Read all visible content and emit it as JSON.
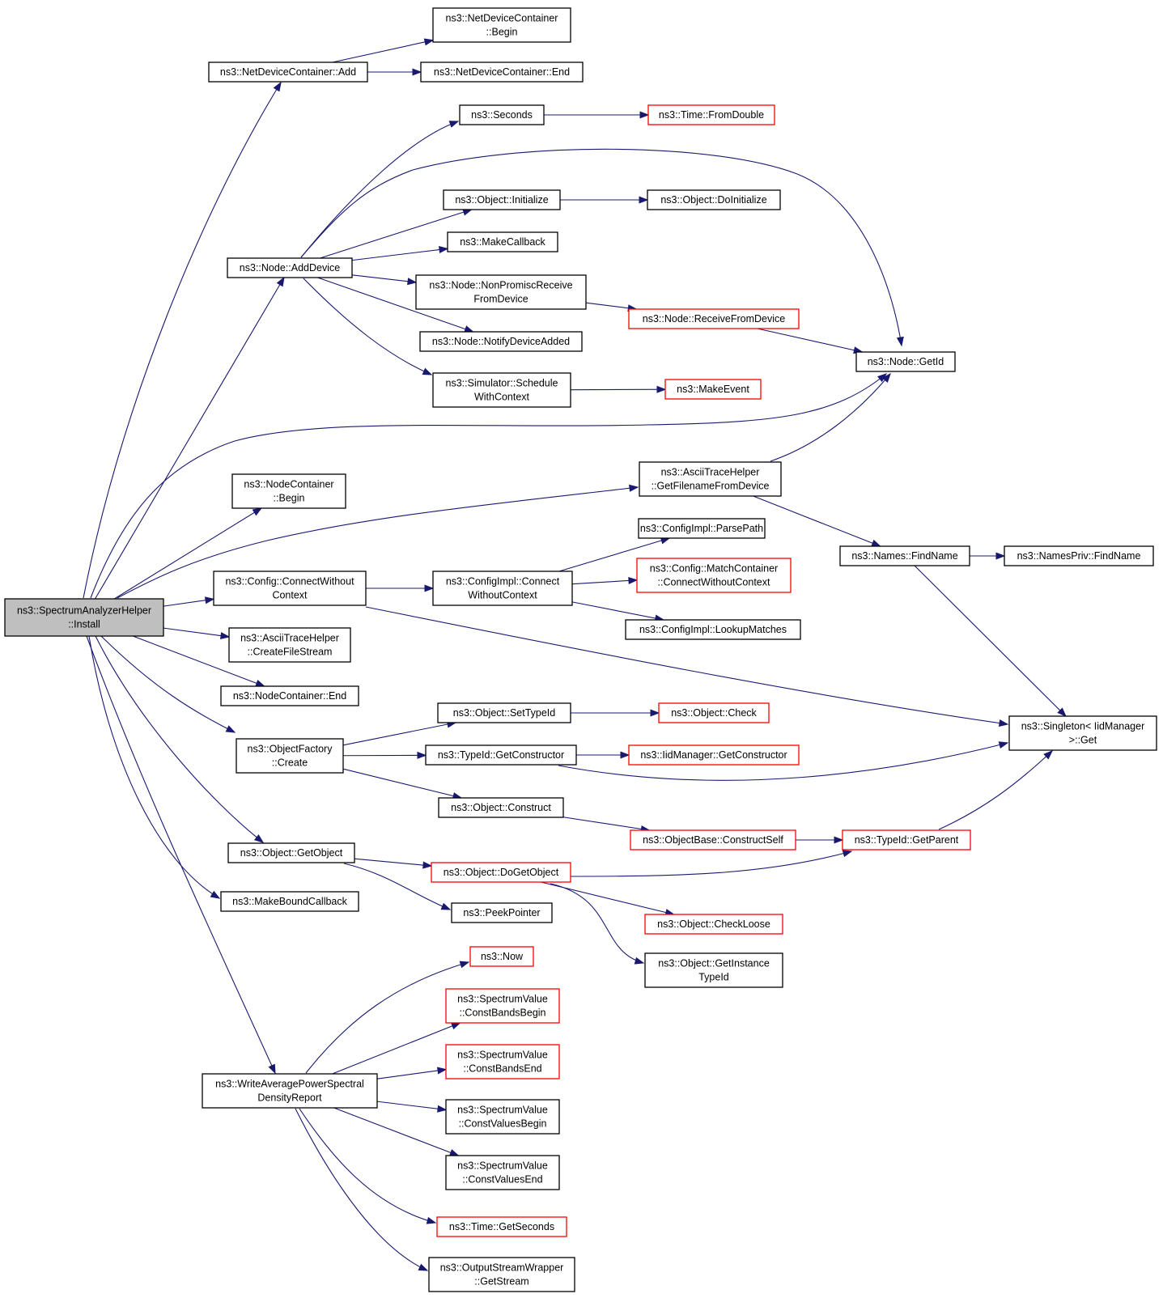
{
  "nodes": [
    {
      "id": "root",
      "lines": [
        "ns3::SpectrumAnalyzerHelper",
        "::Install"
      ],
      "style": "root"
    },
    {
      "id": "ndc_add",
      "lines": [
        "ns3::NetDeviceContainer::Add"
      ],
      "style": "black"
    },
    {
      "id": "ndc_begin",
      "lines": [
        "ns3::NetDeviceContainer",
        "::Begin"
      ],
      "style": "black"
    },
    {
      "id": "ndc_end",
      "lines": [
        "ns3::NetDeviceContainer::End"
      ],
      "style": "black"
    },
    {
      "id": "seconds",
      "lines": [
        "ns3::Seconds"
      ],
      "style": "black"
    },
    {
      "id": "fromdouble",
      "lines": [
        "ns3::Time::FromDouble"
      ],
      "style": "red"
    },
    {
      "id": "obj_init",
      "lines": [
        "ns3::Object::Initialize"
      ],
      "style": "black"
    },
    {
      "id": "obj_doinit",
      "lines": [
        "ns3::Object::DoInitialize"
      ],
      "style": "black"
    },
    {
      "id": "makecallback",
      "lines": [
        "ns3::MakeCallback"
      ],
      "style": "black"
    },
    {
      "id": "node_adddevice",
      "lines": [
        "ns3::Node::AddDevice"
      ],
      "style": "black"
    },
    {
      "id": "node_nonpromisc",
      "lines": [
        "ns3::Node::NonPromiscReceive",
        "FromDevice"
      ],
      "style": "black"
    },
    {
      "id": "node_receive",
      "lines": [
        "ns3::Node::ReceiveFromDevice"
      ],
      "style": "red"
    },
    {
      "id": "node_notify",
      "lines": [
        "ns3::Node::NotifyDeviceAdded"
      ],
      "style": "black"
    },
    {
      "id": "node_getid",
      "lines": [
        "ns3::Node::GetId"
      ],
      "style": "black"
    },
    {
      "id": "sched",
      "lines": [
        "ns3::Simulator::Schedule",
        "WithContext"
      ],
      "style": "black"
    },
    {
      "id": "makeevent",
      "lines": [
        "ns3::MakeEvent"
      ],
      "style": "red"
    },
    {
      "id": "nc_begin",
      "lines": [
        "ns3::NodeContainer",
        "::Begin"
      ],
      "style": "black"
    },
    {
      "id": "ath_getfn",
      "lines": [
        "ns3::AsciiTraceHelper",
        "::GetFilenameFromDevice"
      ],
      "style": "black"
    },
    {
      "id": "names_find",
      "lines": [
        "ns3::Names::FindName"
      ],
      "style": "black"
    },
    {
      "id": "namespriv_find",
      "lines": [
        "ns3::NamesPriv::FindName"
      ],
      "style": "black"
    },
    {
      "id": "cfgimpl_parse",
      "lines": [
        "ns3::ConfigImpl::ParsePath"
      ],
      "style": "black"
    },
    {
      "id": "cfg_connect",
      "lines": [
        "ns3::Config::ConnectWithout",
        "Context"
      ],
      "style": "black"
    },
    {
      "id": "cfgimpl_connect",
      "lines": [
        "ns3::ConfigImpl::Connect",
        "WithoutContext"
      ],
      "style": "black"
    },
    {
      "id": "cfg_match",
      "lines": [
        "ns3::Config::MatchContainer",
        "::ConnectWithoutContext"
      ],
      "style": "red"
    },
    {
      "id": "cfgimpl_lookup",
      "lines": [
        "ns3::ConfigImpl::LookupMatches"
      ],
      "style": "black"
    },
    {
      "id": "ath_createfs",
      "lines": [
        "ns3::AsciiTraceHelper",
        "::CreateFileStream"
      ],
      "style": "black"
    },
    {
      "id": "nc_end",
      "lines": [
        "ns3::NodeContainer::End"
      ],
      "style": "black"
    },
    {
      "id": "obj_settypeid",
      "lines": [
        "ns3::Object::SetTypeId"
      ],
      "style": "black"
    },
    {
      "id": "obj_check",
      "lines": [
        "ns3::Object::Check"
      ],
      "style": "red"
    },
    {
      "id": "singleton_get",
      "lines": [
        "ns3::Singleton< IidManager",
        ">::Get"
      ],
      "style": "black"
    },
    {
      "id": "objfactory_create",
      "lines": [
        "ns3::ObjectFactory",
        "::Create"
      ],
      "style": "black"
    },
    {
      "id": "typeid_getctor",
      "lines": [
        "ns3::TypeId::GetConstructor"
      ],
      "style": "black"
    },
    {
      "id": "iid_getctor",
      "lines": [
        "ns3::IidManager::GetConstructor"
      ],
      "style": "red"
    },
    {
      "id": "obj_construct",
      "lines": [
        "ns3::Object::Construct"
      ],
      "style": "black"
    },
    {
      "id": "objbase_cself",
      "lines": [
        "ns3::ObjectBase::ConstructSelf"
      ],
      "style": "red"
    },
    {
      "id": "typeid_getparent",
      "lines": [
        "ns3::TypeId::GetParent"
      ],
      "style": "red"
    },
    {
      "id": "obj_getobject",
      "lines": [
        "ns3::Object::GetObject"
      ],
      "style": "black"
    },
    {
      "id": "obj_dogetobject",
      "lines": [
        "ns3::Object::DoGetObject"
      ],
      "style": "red"
    },
    {
      "id": "makebound",
      "lines": [
        "ns3::MakeBoundCallback"
      ],
      "style": "black"
    },
    {
      "id": "peekpointer",
      "lines": [
        "ns3::PeekPointer"
      ],
      "style": "black"
    },
    {
      "id": "obj_checkloose",
      "lines": [
        "ns3::Object::CheckLoose"
      ],
      "style": "red"
    },
    {
      "id": "obj_getinst",
      "lines": [
        "ns3::Object::GetInstance",
        "TypeId"
      ],
      "style": "black"
    },
    {
      "id": "now",
      "lines": [
        "ns3::Now"
      ],
      "style": "red"
    },
    {
      "id": "sv_cbb",
      "lines": [
        "ns3::SpectrumValue",
        "::ConstBandsBegin"
      ],
      "style": "red"
    },
    {
      "id": "sv_cbe",
      "lines": [
        "ns3::SpectrumValue",
        "::ConstBandsEnd"
      ],
      "style": "red"
    },
    {
      "id": "writeapsd",
      "lines": [
        "ns3::WriteAveragePowerSpectral",
        "DensityReport"
      ],
      "style": "black"
    },
    {
      "id": "sv_cvb",
      "lines": [
        "ns3::SpectrumValue",
        "::ConstValuesBegin"
      ],
      "style": "black"
    },
    {
      "id": "sv_cve",
      "lines": [
        "ns3::SpectrumValue",
        "::ConstValuesEnd"
      ],
      "style": "black"
    },
    {
      "id": "time_getsec",
      "lines": [
        "ns3::Time::GetSeconds"
      ],
      "style": "red"
    },
    {
      "id": "osw_getstream",
      "lines": [
        "ns3::OutputStreamWrapper",
        "::GetStream"
      ],
      "style": "black"
    }
  ],
  "edges": [
    [
      "root",
      "ndc_add"
    ],
    [
      "ndc_add",
      "ndc_begin"
    ],
    [
      "ndc_add",
      "ndc_end"
    ],
    [
      "root",
      "node_adddevice"
    ],
    [
      "node_adddevice",
      "seconds"
    ],
    [
      "seconds",
      "fromdouble"
    ],
    [
      "node_adddevice",
      "node_getid"
    ],
    [
      "node_adddevice",
      "obj_init"
    ],
    [
      "obj_init",
      "obj_doinit"
    ],
    [
      "node_adddevice",
      "makecallback"
    ],
    [
      "node_adddevice",
      "node_nonpromisc"
    ],
    [
      "node_nonpromisc",
      "node_receive"
    ],
    [
      "node_receive",
      "node_getid"
    ],
    [
      "node_adddevice",
      "node_notify"
    ],
    [
      "node_adddevice",
      "sched"
    ],
    [
      "sched",
      "makeevent"
    ],
    [
      "root",
      "node_getid"
    ],
    [
      "root",
      "nc_begin"
    ],
    [
      "root",
      "ath_getfn"
    ],
    [
      "ath_getfn",
      "node_getid"
    ],
    [
      "ath_getfn",
      "names_find"
    ],
    [
      "names_find",
      "namespriv_find"
    ],
    [
      "names_find",
      "singleton_get"
    ],
    [
      "root",
      "cfg_connect"
    ],
    [
      "cfg_connect",
      "cfgimpl_connect"
    ],
    [
      "cfgimpl_connect",
      "cfgimpl_parse"
    ],
    [
      "cfgimpl_connect",
      "cfg_match"
    ],
    [
      "cfgimpl_connect",
      "cfgimpl_lookup"
    ],
    [
      "cfg_connect",
      "singleton_get"
    ],
    [
      "root",
      "ath_createfs"
    ],
    [
      "root",
      "nc_end"
    ],
    [
      "root",
      "objfactory_create"
    ],
    [
      "objfactory_create",
      "obj_settypeid"
    ],
    [
      "obj_settypeid",
      "obj_check"
    ],
    [
      "objfactory_create",
      "typeid_getctor"
    ],
    [
      "typeid_getctor",
      "iid_getctor"
    ],
    [
      "typeid_getctor",
      "singleton_get"
    ],
    [
      "objfactory_create",
      "obj_construct"
    ],
    [
      "obj_construct",
      "objbase_cself"
    ],
    [
      "objbase_cself",
      "typeid_getparent"
    ],
    [
      "typeid_getparent",
      "singleton_get"
    ],
    [
      "root",
      "obj_getobject"
    ],
    [
      "obj_getobject",
      "obj_dogetobject"
    ],
    [
      "obj_dogetobject",
      "typeid_getparent"
    ],
    [
      "obj_dogetobject",
      "obj_checkloose"
    ],
    [
      "obj_dogetobject",
      "obj_getinst"
    ],
    [
      "obj_getobject",
      "peekpointer"
    ],
    [
      "root",
      "makebound"
    ],
    [
      "root",
      "writeapsd"
    ],
    [
      "writeapsd",
      "now"
    ],
    [
      "writeapsd",
      "sv_cbb"
    ],
    [
      "writeapsd",
      "sv_cbe"
    ],
    [
      "writeapsd",
      "sv_cvb"
    ],
    [
      "writeapsd",
      "sv_cve"
    ],
    [
      "writeapsd",
      "time_getsec"
    ],
    [
      "writeapsd",
      "osw_getstream"
    ]
  ]
}
